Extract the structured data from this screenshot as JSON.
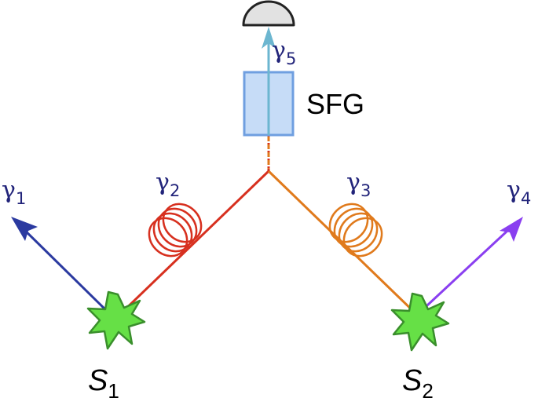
{
  "diagram": {
    "component_label": "SFG",
    "sources": [
      {
        "symbol": "S",
        "sub": "1"
      },
      {
        "symbol": "S",
        "sub": "2"
      }
    ],
    "photons": [
      {
        "symbol": "γ",
        "sub": "1"
      },
      {
        "symbol": "γ",
        "sub": "2"
      },
      {
        "symbol": "γ",
        "sub": "3"
      },
      {
        "symbol": "γ",
        "sub": "4"
      },
      {
        "symbol": "γ",
        "sub": "5"
      }
    ],
    "colors": {
      "gamma1_arrow": "#2b3aa0",
      "gamma2_fiber": "#d7301f",
      "gamma3_fiber": "#e07a1c",
      "gamma4_arrow": "#8a3ff0",
      "gamma5_arrow": "#6cb6d0",
      "label_text": "#22247a",
      "source_fill": "#66e046",
      "source_stroke": "#3a8f2c",
      "sfg_box_fill": "#c6dcf7",
      "sfg_box_stroke": "#6f9fe0",
      "detector_fill": "#e2e2e2",
      "detector_stroke": "#222222"
    }
  }
}
